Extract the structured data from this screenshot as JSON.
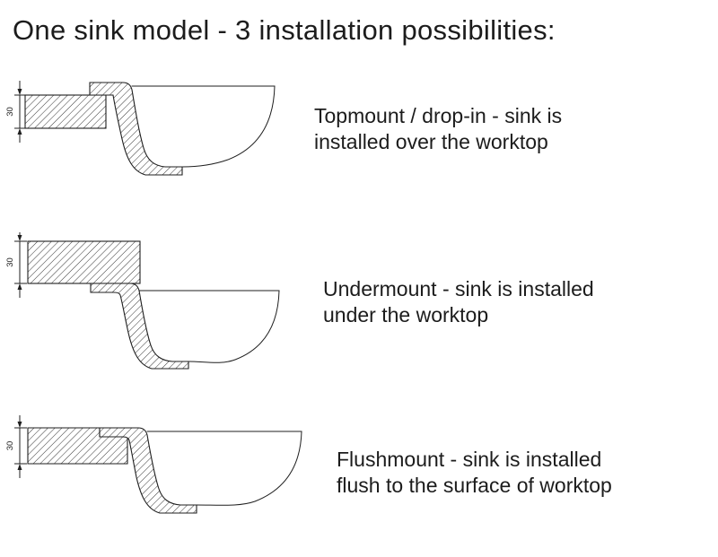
{
  "title": "One sink model - 3 installation possibilities:",
  "rows": [
    {
      "name": "topmount",
      "description": "Topmount / drop-in - sink is installed over the worktop",
      "dimension": "30"
    },
    {
      "name": "undermount",
      "description": "Undermount - sink is installed under the worktop",
      "dimension": "30"
    },
    {
      "name": "flushmount",
      "description": "Flushmount - sink is installed flush to the surface of worktop",
      "dimension": "30"
    }
  ],
  "colors": {
    "line": "#1f1f1f",
    "background": "#ffffff"
  }
}
